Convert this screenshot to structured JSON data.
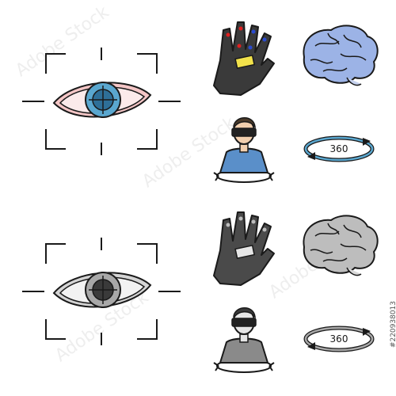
{
  "colors": {
    "outline": "#1a1a1a",
    "iris_color": "#5aa7cf",
    "eye_white_tint": "#f6dede",
    "lid_color": "#f4c6c6",
    "glove_color": "#3a3a3a",
    "glove_label": "#f2e24b",
    "glove_dots": [
      "#e02020",
      "#2a4bd1"
    ],
    "brain_color": "#9cb3e6",
    "shirt_color": "#5a8fc9",
    "skin_color": "#f2cfae",
    "gray_light": "#d4d4d4",
    "gray_mid": "#a8a8a8",
    "gray_dark": "#6e6e6e"
  },
  "icons": {
    "color_row": [
      "eye-target-icon",
      "vr-glove-icon",
      "brain-icon",
      "vr-user-icon",
      "rotation-360-icon"
    ],
    "mono_row": [
      "eye-target-icon",
      "vr-glove-icon",
      "brain-icon",
      "vr-user-icon",
      "rotation-360-icon"
    ]
  },
  "labels": {
    "rotation_color": "360",
    "rotation_mono": "360"
  },
  "watermark": "Adobe Stock",
  "stock_id": "#220938013"
}
